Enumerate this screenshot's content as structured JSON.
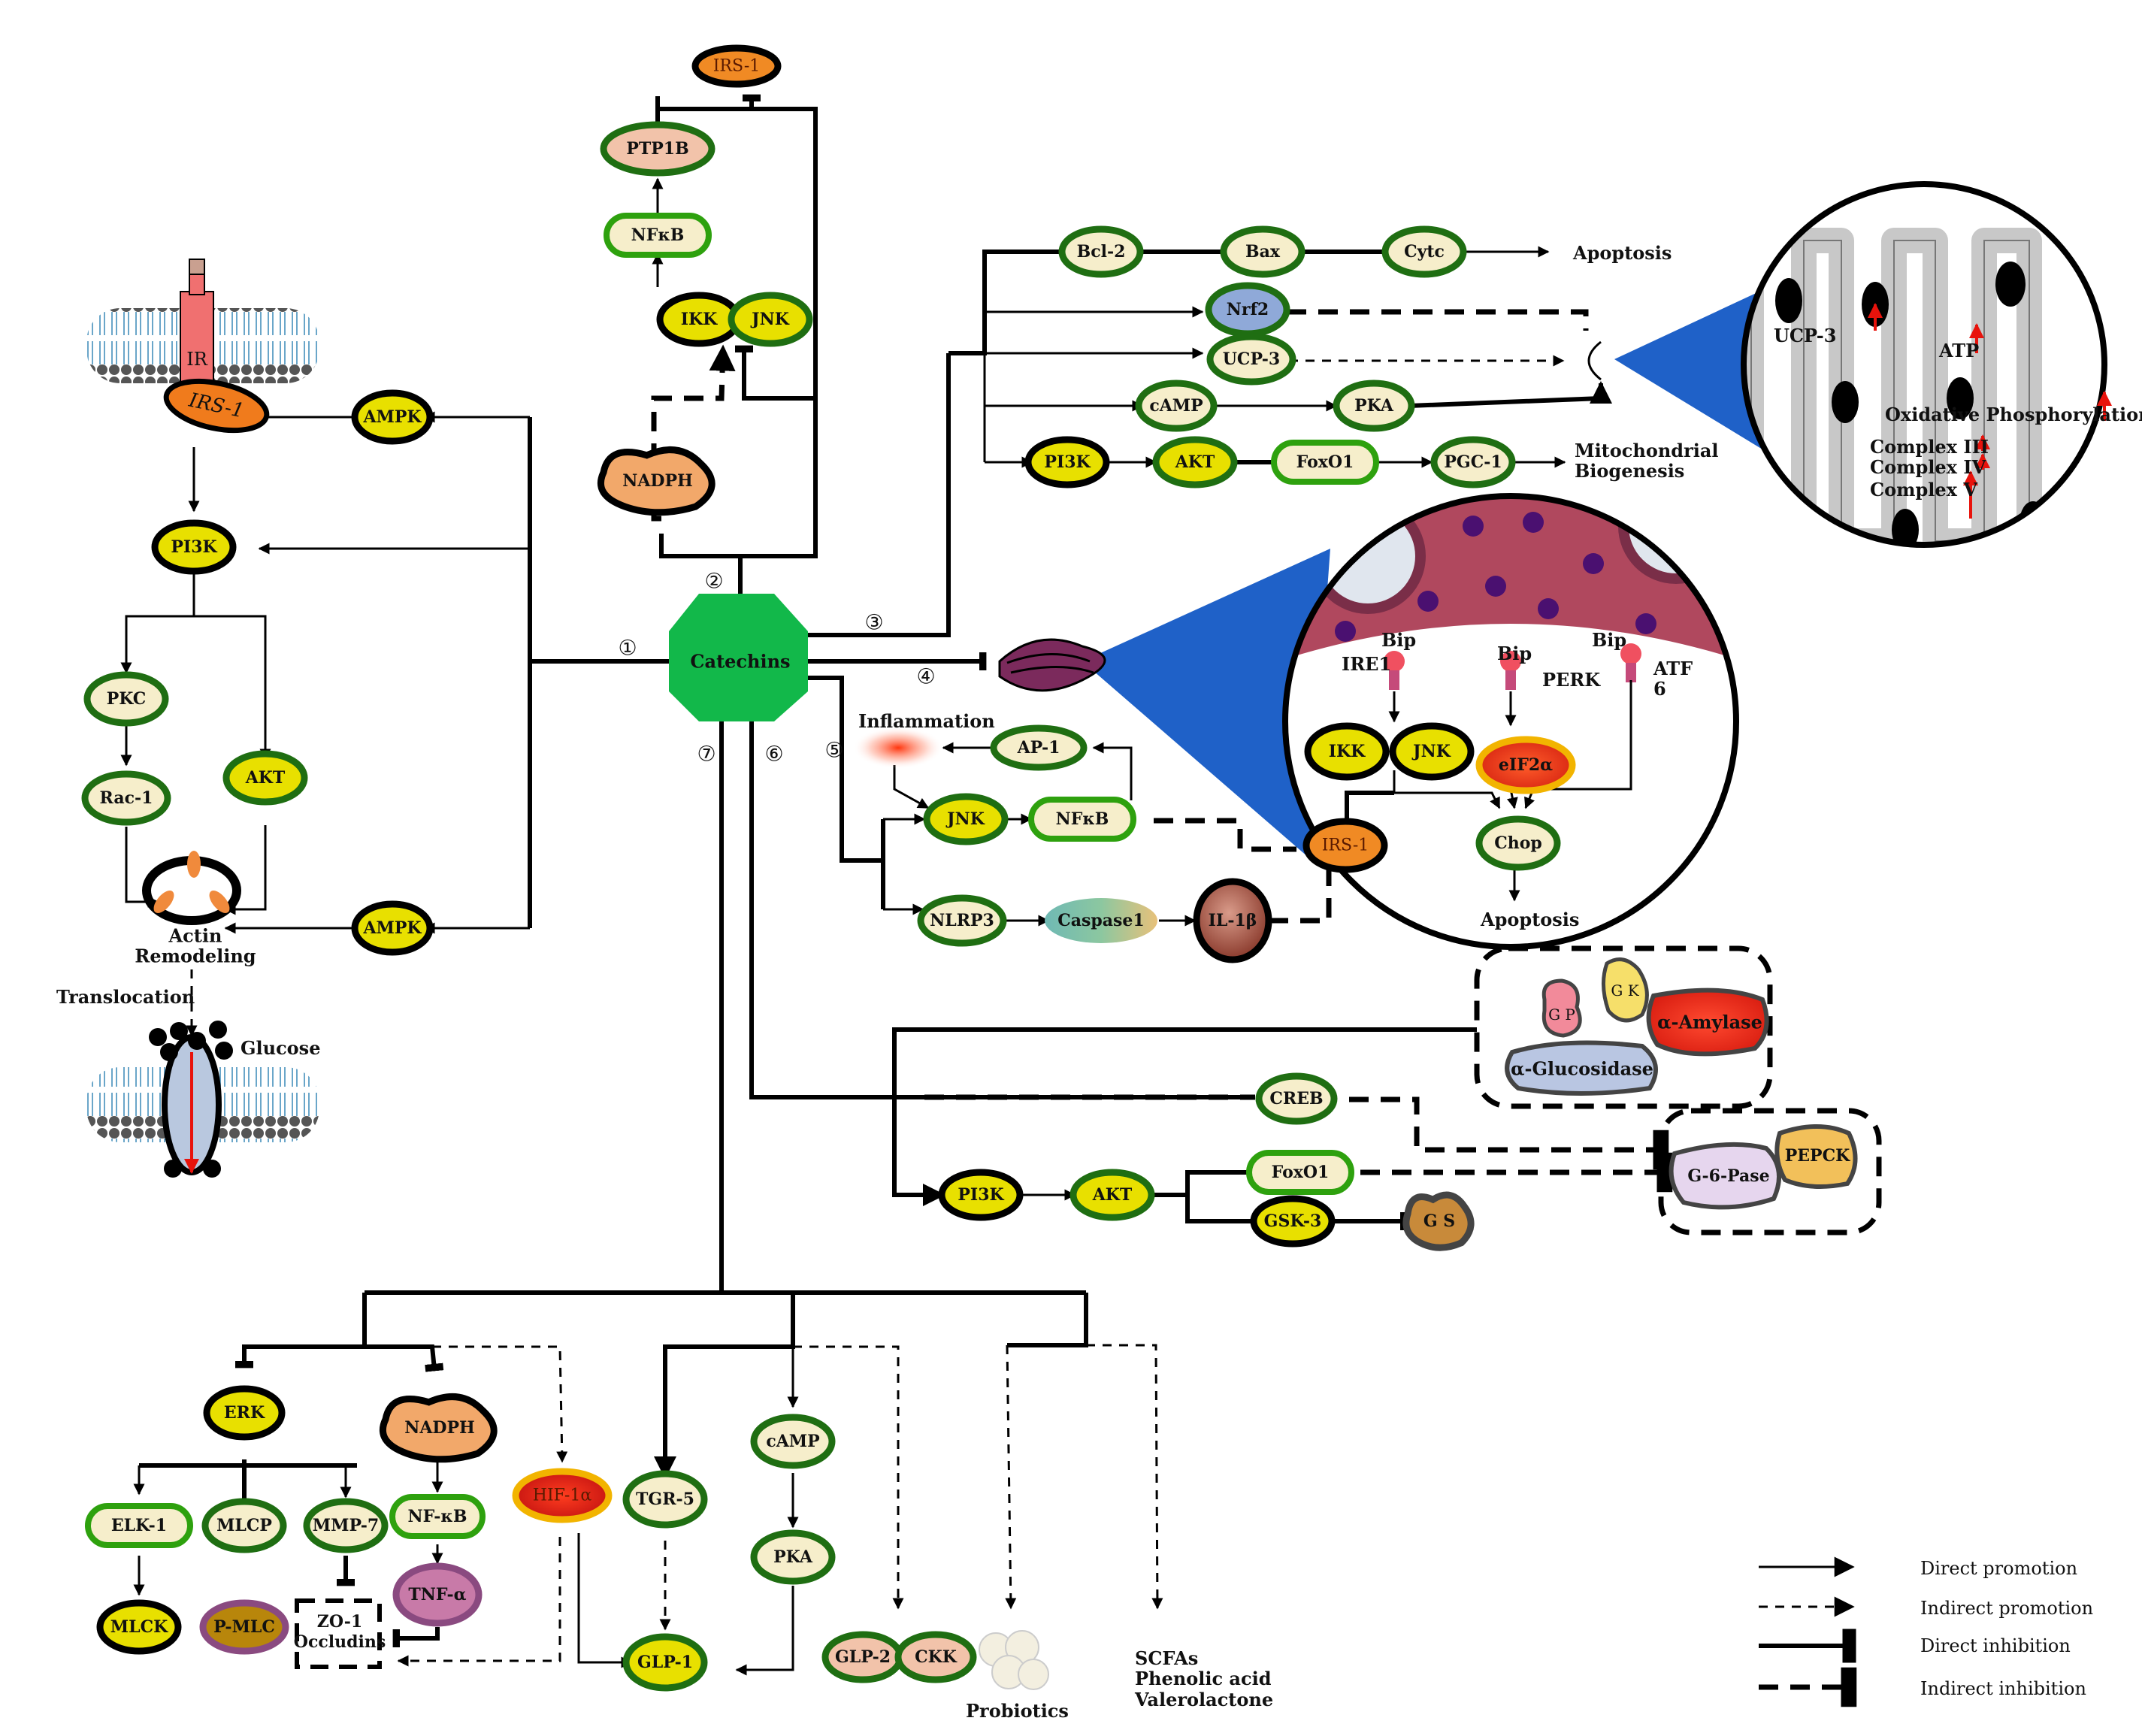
{
  "center": {
    "label": "Catechins"
  },
  "route_numbers": [
    "①",
    "②",
    "③",
    "④",
    "⑤",
    "⑥",
    "⑦"
  ],
  "nodes": {
    "irs1_top": "IRS-1",
    "ptp1b": "PTP1B",
    "nfkb_top": "NFκB",
    "ikk_top": "IKK",
    "jnk_top": "JNK",
    "nadph_top": "NADPH",
    "ir": "IR",
    "irs1_left": "IRS-1",
    "ampk_top": "AMPK",
    "pi3k_left": "PI3K",
    "pkc": "PKC",
    "rac1": "Rac-1",
    "akt_left": "AKT",
    "ampk_bottom": "AMPK",
    "bcl2": "Bcl-2",
    "bax": "Bax",
    "cytc": "Cytc",
    "nrf2": "Nrf2",
    "ucp3": "UCP-3",
    "camp_top": "cAMP",
    "pka_top": "PKA",
    "pi3k_mid": "PI3K",
    "akt_mid": "AKT",
    "foxo1_mid": "FoxO1",
    "pgc1": "PGC-1",
    "ap1": "AP-1",
    "jnk_mid": "JNK",
    "nfkb_mid": "NFκB",
    "nlrp3": "NLRP3",
    "caspase1": "Caspase1",
    "il1b": "IL-1β",
    "ikk_er": "IKK",
    "jnk_er": "JNK",
    "eif2a": "eIF2α",
    "chop": "Chop",
    "irs1_er": "IRS-1",
    "gp": "G P",
    "gk": "G K",
    "amylase": "α-Amylase",
    "glucosidase": "α-Glucosidase",
    "creb": "CREB",
    "pi3k_low": "PI3K",
    "akt_low": "AKT",
    "foxo1_low": "FoxO1",
    "gsk3": "GSK-3",
    "gs": "G S",
    "g6pase": "G-6-Pase",
    "pepck": "PEPCK",
    "erk": "ERK",
    "elk1": "ELK-1",
    "mlcp": "MLCP",
    "mmp7": "MMP-7",
    "mlck": "MLCK",
    "pmlc": "P-MLC",
    "zo1": "ZO-1",
    "occludins": "Occludins",
    "nadph_bottom": "NADPH",
    "nfkb_bottom": "NF-κB",
    "tnfa": "TNF-α",
    "hif1a": "HIF-1α",
    "tgr5": "TGR-5",
    "camp_bottom": "cAMP",
    "pka_bottom": "PKA",
    "glp1": "GLP-1",
    "glp2": "GLP-2",
    "cck": "CKK"
  },
  "labels": {
    "apoptosis_top": "Apoptosis",
    "mito_bio_1": "Mitochondrial",
    "mito_bio_2": "Biogenesis",
    "inflammation": "Inflammation",
    "actin_1": "Actin",
    "actin_2": "Remodeling",
    "translocation": "Translocation",
    "glucose": "Glucose",
    "bip_1": "Bip",
    "bip_2": "Bip",
    "bip_3": "Bip",
    "ire1": "IRE1",
    "perk": "PERK",
    "atf6_1": "ATF",
    "atf6_2": "6",
    "apoptosis_er": "Apoptosis",
    "probiotics": "Probiotics",
    "scfas": "SCFAs",
    "phenolic": "Phenolic acid",
    "valerolactone": "Valerolactone"
  },
  "mito": {
    "ucp3": "UCP-3",
    "atp": "ATP",
    "oxphos": "Oxidative Phosphorylation",
    "c3": "Complex III",
    "c4": "Complex IV",
    "c5": "Complex V"
  },
  "legend": [
    {
      "type": "direct-promotion",
      "label": "Direct promotion"
    },
    {
      "type": "indirect-promotion",
      "label": "Indirect promotion"
    },
    {
      "type": "direct-inhibition",
      "label": "Direct inhibition"
    },
    {
      "type": "indirect-inhibition",
      "label": "Indirect inhibition"
    }
  ],
  "colors": {
    "green_ring": "#1f6e12",
    "bright_green": "#2ea10e",
    "yellow": "#e8e000",
    "cream": "#f6eecb",
    "catechins": "#12b84a",
    "orange": "#f08a24",
    "red": "#e8351f"
  }
}
